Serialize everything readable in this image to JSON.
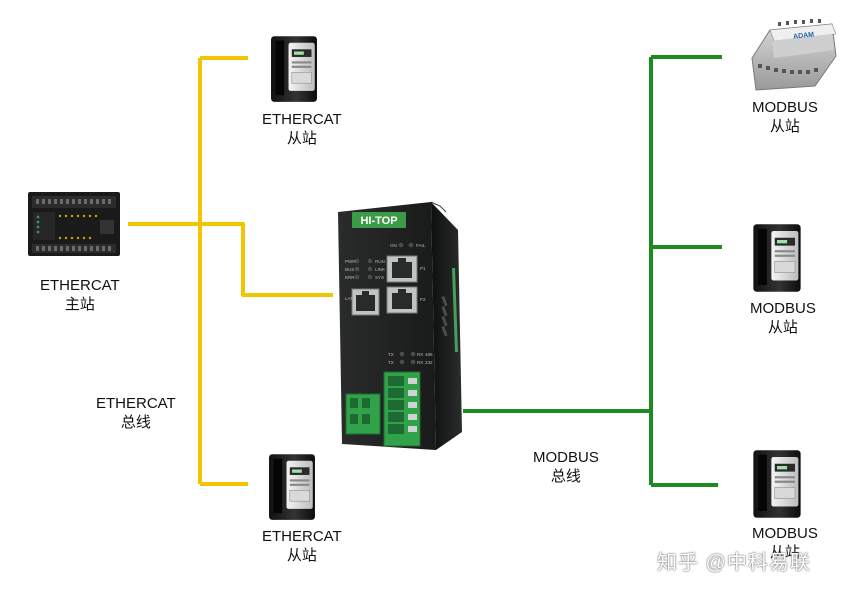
{
  "colors": {
    "ethercat_bus": "#f3c400",
    "modbus_bus": "#1f8a1f",
    "gateway_body": "#1d1f1e",
    "terminal_green": "#2fa24a"
  },
  "gateway": {
    "brand": "HI-TOP",
    "led_labels": [
      "ON",
      "FAIL",
      "PWR",
      "RUN",
      "BUS",
      "LINK",
      "ERR",
      "SYS",
      "TX",
      "RX",
      "485",
      "TX",
      "RX",
      "232"
    ],
    "port_labels": [
      "P1",
      "P2",
      "LAN"
    ]
  },
  "labels": {
    "master": {
      "line1": "ETHERCAT",
      "line2": "主站"
    },
    "ethercat_slave_top": {
      "line1": "ETHERCAT",
      "line2": "从站"
    },
    "ethercat_slave_bottom": {
      "line1": "ETHERCAT",
      "line2": "从站"
    },
    "ethercat_bus": {
      "line1": "ETHERCAT",
      "line2": "总线"
    },
    "modbus_bus": {
      "line1": "MODBUS",
      "line2": "总线"
    },
    "modbus_slave_top": {
      "line1": "MODBUS",
      "line2": "从站"
    },
    "modbus_slave_middle": {
      "line1": "MODBUS",
      "line2": "从站"
    },
    "modbus_slave_bottom": {
      "line1": "MODBUS",
      "line2": "从站"
    }
  },
  "adam_module_text": "ADAM",
  "watermark": "知乎 @中科易联"
}
